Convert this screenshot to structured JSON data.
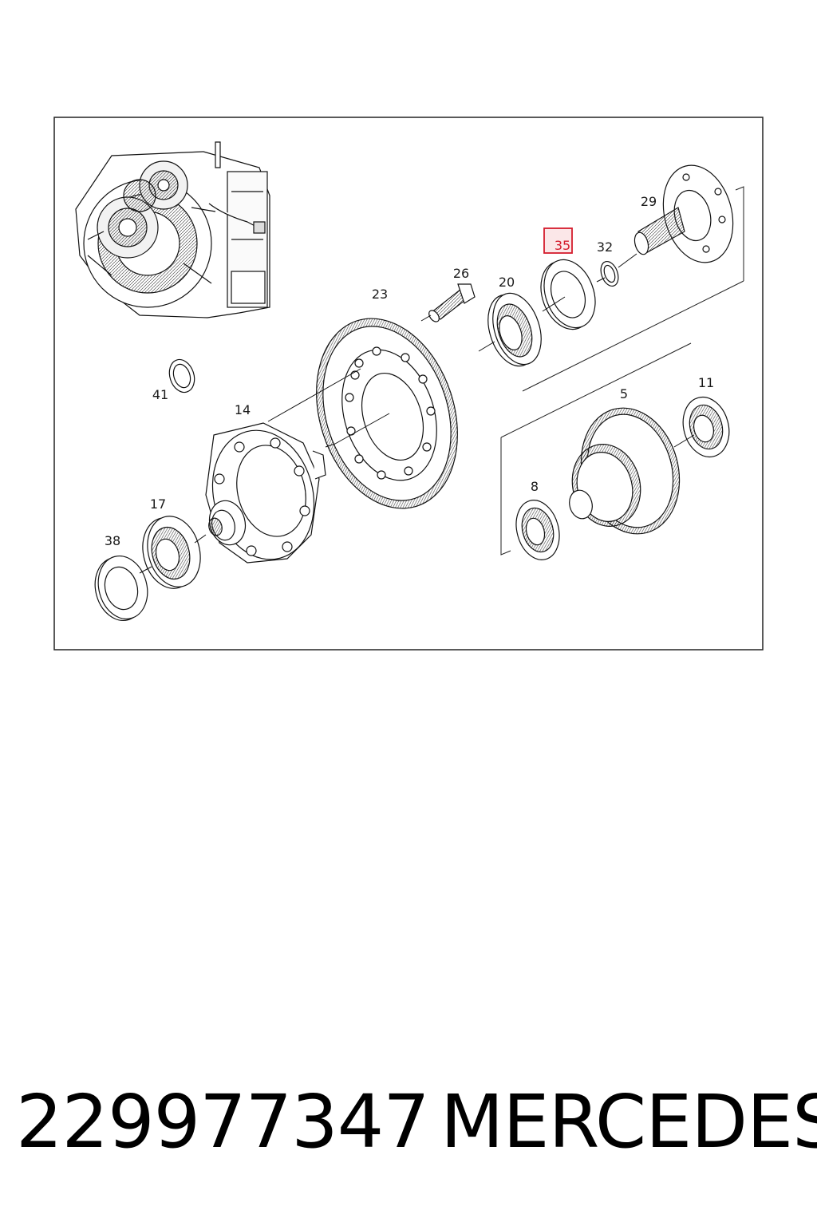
{
  "diagram": {
    "highlighted_part": "35",
    "highlight_color": "#d41c2c",
    "callouts": [
      "41",
      "14",
      "17",
      "38",
      "23",
      "26",
      "20",
      "35",
      "32",
      "29",
      "5",
      "11",
      "8"
    ]
  },
  "footer": {
    "part_number": "229977347",
    "brand": "MERCEDES"
  }
}
